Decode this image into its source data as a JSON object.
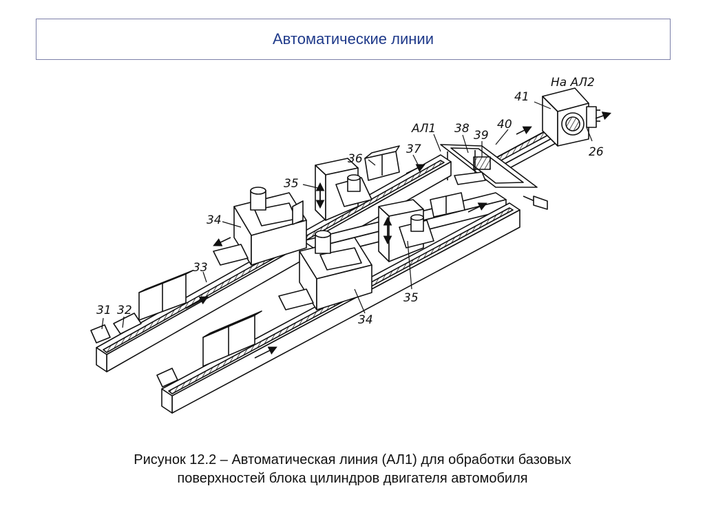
{
  "header": {
    "title": "Автоматические линии"
  },
  "diagram": {
    "labels": {
      "to_al2": "На АЛ2",
      "al1": "АЛ1",
      "n41": "41",
      "n40": "40",
      "n39": "39",
      "n38": "38",
      "n37": "37",
      "n36": "36",
      "n35_top": "35",
      "n35_bottom": "35",
      "n34_top": "34",
      "n34_bottom": "34",
      "n33": "33",
      "n32": "32",
      "n31": "31",
      "n26": "26"
    }
  },
  "caption": {
    "line1": "Рисунок 12.2 – Автоматическая линия (АЛ1) для обработки базовых",
    "line2": "поверхностей блока цилиндров двигателя автомобиля"
  }
}
